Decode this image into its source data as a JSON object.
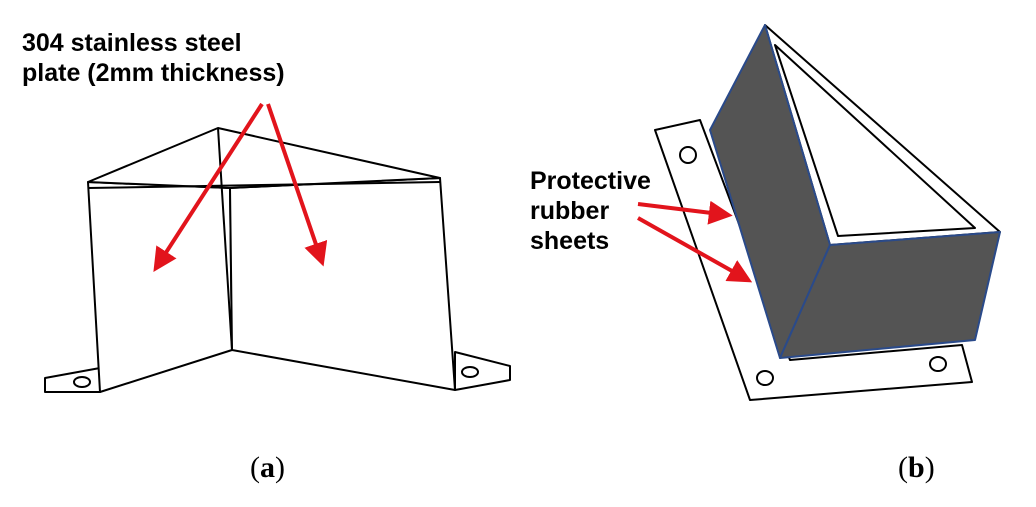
{
  "panel_a": {
    "label_lines": [
      "304 stainless steel",
      "plate (2mm thickness)"
    ],
    "caption_open": "(",
    "caption_letter": "a",
    "caption_close": ")"
  },
  "panel_b": {
    "label_lines": [
      "Protective",
      "rubber",
      "sheets"
    ],
    "caption_open": "(",
    "caption_letter": "b",
    "caption_close": ")"
  },
  "colors": {
    "arrow": "#e2141c",
    "rubber": "#545454",
    "outline": "#000000",
    "rubber_edge": "#2a4a8a"
  }
}
